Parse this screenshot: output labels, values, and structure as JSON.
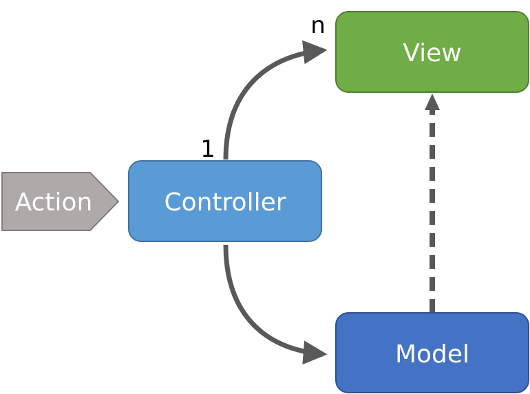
{
  "nodes": {
    "action": {
      "label": "Action",
      "fill": "#aeaaaa",
      "stroke": "#7f7c7c"
    },
    "controller": {
      "label": "Controller",
      "fill": "#5b9bd5",
      "stroke": "#41719c"
    },
    "view": {
      "label": "View",
      "fill": "#70ad47",
      "stroke": "#507e32"
    },
    "model": {
      "label": "Model",
      "fill": "#4472c4",
      "stroke": "#2f528f"
    }
  },
  "multiplicity": {
    "controller_side": "1",
    "view_side": "n"
  },
  "edges": {
    "color": "#595959"
  }
}
